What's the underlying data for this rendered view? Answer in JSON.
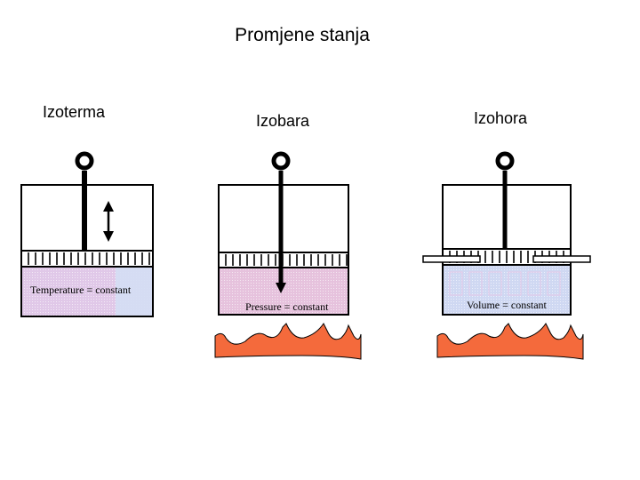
{
  "title": "Promjene stanja",
  "processes": [
    {
      "name": "Izoterma",
      "caption": "Temperature = constant",
      "indicator": "up-down-arrow-icon",
      "heated": false,
      "gas_color": "#e0c8e8"
    },
    {
      "name": "Izobara",
      "caption": "Pressure = constant",
      "indicator": "down-arrow-icon",
      "heated": true,
      "gas_color": "#e6c2dd"
    },
    {
      "name": "Izohora",
      "caption": "Volume = constant",
      "indicator": "pins-icon",
      "heated": true,
      "gas_color": "#cfd8f2"
    }
  ],
  "colors": {
    "flame": "#f46a3c",
    "outline": "#000000",
    "piston": "#ffffff"
  }
}
